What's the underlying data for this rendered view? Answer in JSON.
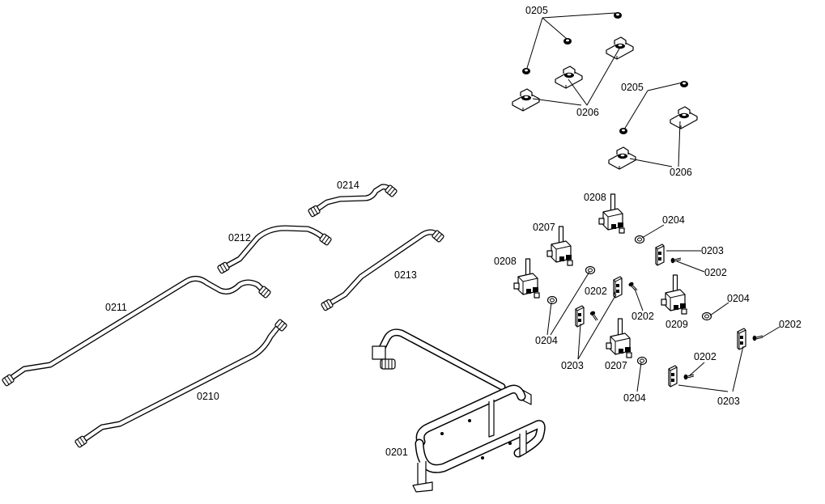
{
  "callouts": {
    "c0201": "0201",
    "c0202": "0202",
    "c0203": "0203",
    "c0204": "0204",
    "c0205": "0205",
    "c0206": "0206",
    "c0207": "0207",
    "c0208": "0208",
    "c0209": "0209",
    "c0210": "0210",
    "c0211": "0211",
    "c0212": "0212",
    "c0213": "0213",
    "c0214": "0214"
  }
}
